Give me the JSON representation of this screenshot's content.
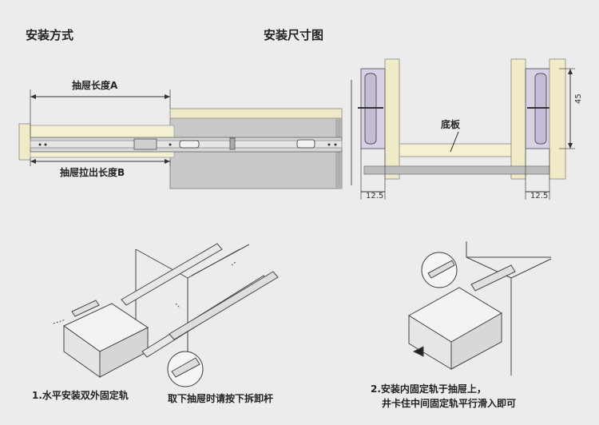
{
  "headings": {
    "method": "安装方式",
    "dimensions": "安装尺寸图"
  },
  "labels": {
    "drawer_length_a": "抽屉长度A",
    "drawer_pull_b": "抽屉拉出长度B",
    "bottom_board": "底板",
    "dim_left": "12.5",
    "dim_right": "12.5",
    "dim_height": "45"
  },
  "captions": {
    "step1": "1.水平安装双外固定轨",
    "remove": "取下抽屉时请按下拆卸杆",
    "step2_line1": "2.安装内固定轨于抽屉上，",
    "step2_line2": "井卡住中间固定轨平行滑入即可"
  }
}
